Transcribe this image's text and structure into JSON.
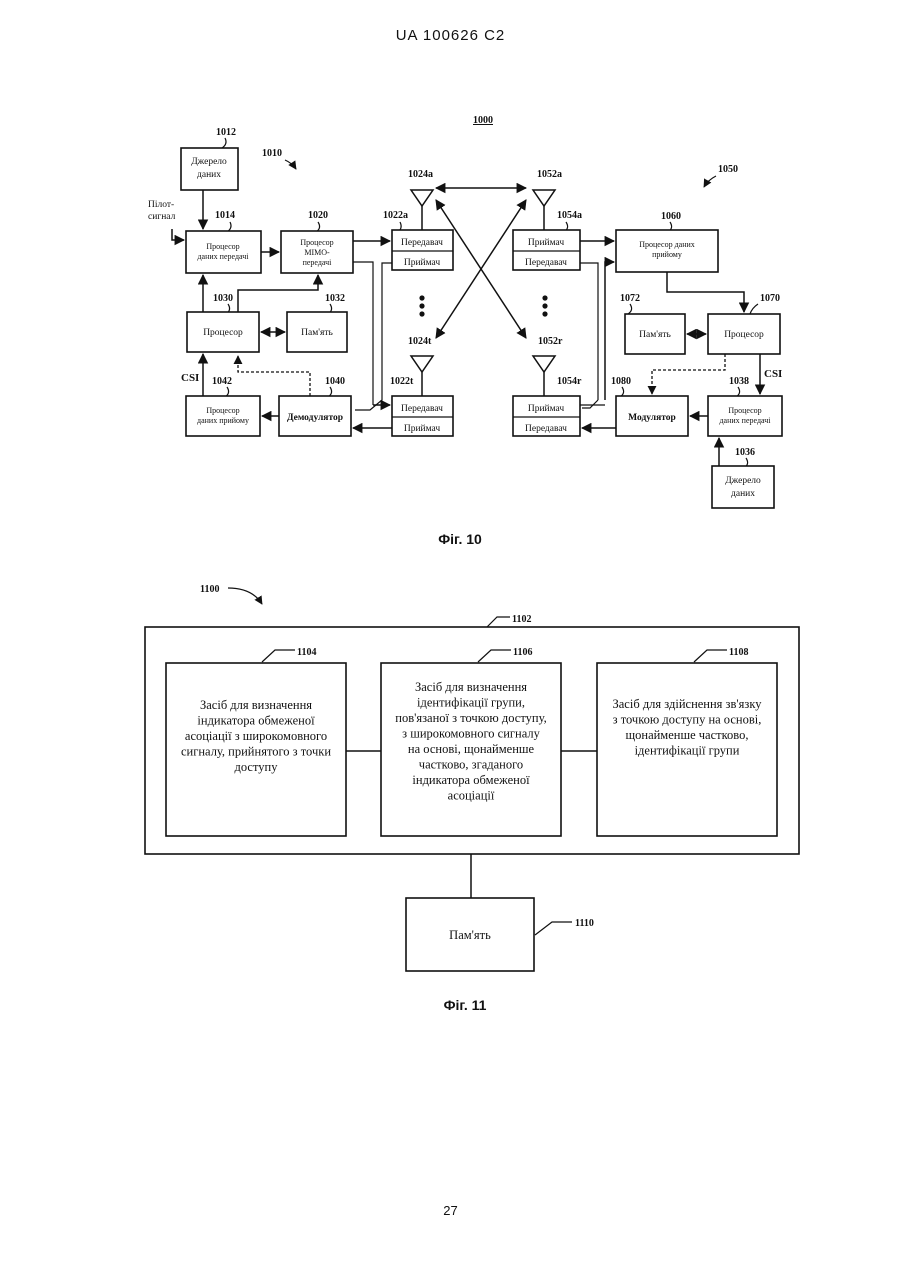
{
  "header": "UA   100626   C2",
  "page_number": "27",
  "fig10": {
    "caption": "Фіг. 10",
    "refs": {
      "r1000": "1000",
      "r1010": "1010",
      "r1012": "1012",
      "r1014": "1014",
      "r1020": "1020",
      "r1022a": "1022a",
      "r1024a": "1024a",
      "r1024t": "1024t",
      "r1022t": "1022t",
      "r1030": "1030",
      "r1032": "1032",
      "r1040": "1040",
      "r1042": "1042",
      "r1050": "1050",
      "r1052a": "1052a",
      "r1054a": "1054a",
      "r1060": "1060",
      "r1052r": "1052r",
      "r1054r": "1054r",
      "r1070": "1070",
      "r1072": "1072",
      "r1080": "1080",
      "r1038": "1038",
      "r1036": "1036"
    },
    "labels": {
      "src_left_1": "Джерело",
      "src_left_2": "даних",
      "pilot_1": "Пілот-",
      "pilot_2": "сигнал",
      "tx_proc_1": "Процесор",
      "tx_proc_2": "даних передачі",
      "mimo_1": "Процесор",
      "mimo_2": "MIMO-",
      "mimo_3": "передачі",
      "tx_a": "Передавач",
      "rx_a": "Приймач",
      "proc_left": "Процесор",
      "mem_left": "Пам'ять",
      "csi_left": "CSI",
      "csi_right": "CSI",
      "rx_proc_left_1": "Процесор",
      "rx_proc_left_2": "даних прийому",
      "demod": "Демодулятор",
      "tx_t": "Передавач",
      "rx_t": "Приймач",
      "rx_a2": "Приймач",
      "tx_a2": "Передавач",
      "rx_proc_right_1": "Процесор даних",
      "rx_proc_right_2": "прийому",
      "mem_right": "Пам'ять",
      "proc_right": "Процесор",
      "rx_r": "Приймач",
      "tx_r": "Передавач",
      "mod": "Модулятор",
      "tx_proc_right_1": "Процесор",
      "tx_proc_right_2": "даних передачі",
      "src_right_1": "Джерело",
      "src_right_2": "даних"
    }
  },
  "fig11": {
    "caption": "Фіг. 11",
    "refs": {
      "r1100": "1100",
      "r1102": "1102",
      "r1104": "1104",
      "r1106": "1106",
      "r1108": "1108",
      "r1110": "1110"
    },
    "box1104": [
      "Засіб для визначення",
      "індикатора обмеженої",
      "асоціації з широкомовного",
      "сигналу, прийнятого з точки",
      "доступу"
    ],
    "box1106": [
      "Засіб для визначення",
      "ідентифікації групи,",
      "пов'язаної з точкою доступу,",
      "з широкомовного сигналу",
      "на основі, щонайменше",
      "частково, згаданого",
      "індикатора обмеженої",
      "асоціації"
    ],
    "box1108": [
      "Засіб для здійснення зв'язку",
      "з точкою доступу на основі,",
      "щонайменше частково,",
      "ідентифікації групи"
    ],
    "memory": "Пам'ять"
  }
}
